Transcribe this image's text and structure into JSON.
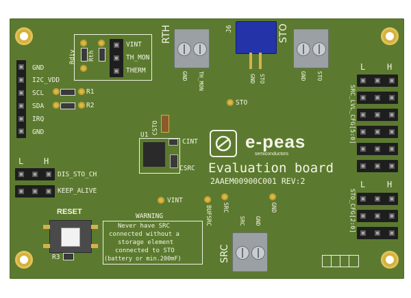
{
  "board": {
    "colors": {
      "pcb": "#5c7a2f",
      "silk": "#f3f5e6",
      "gold": "#d5b13b",
      "header": "#1e1e1e",
      "jumper": "#2434a8"
    },
    "left_header_labels": [
      "GND",
      "I2C_VDD",
      "SCL",
      "SDA",
      "IRQ",
      "GND"
    ],
    "resistor_r1": "R1",
    "resistor_r2": "R2",
    "top_jumper_labels": [
      "VINT",
      "TH_MON",
      "THERM"
    ],
    "rth_label": "RTH",
    "rth_pin_labels": [
      "GND",
      "TH_MON"
    ],
    "rdiv_label": "Rdiv",
    "rth_small_label": "Rth",
    "j6_label": "J6",
    "sto_pin_labels": [
      "GND",
      "STO"
    ],
    "sto_label": "STO",
    "sto_terminal_pins": [
      "GND",
      "STO"
    ],
    "sto_testpoint": "STO",
    "h_label": "H",
    "l_label": "L",
    "src_lvl_label": "SRC_LVL_CFG[5:0]",
    "sto_cfg_label": "STO_CFG[2:0]",
    "cint_label": "CINT",
    "csto_label": "CSTO",
    "csrc_label": "CSRC",
    "u1_label": "U1",
    "brand_name": "e-peas",
    "brand_sub": "semiconductors",
    "board_title": "Evaluation board",
    "board_id": "2AAEM00900C001 REV:2",
    "dis_sto_ch": "DIS_STO_CH",
    "keep_alive": "KEEP_ALIVE",
    "vint_testpoint": "VINT",
    "buf_src": "BUFSRC",
    "src_pin": "SRC",
    "gnd_pin": "GND",
    "src_terminal_pins": [
      "SRC",
      "GND"
    ],
    "src_label": "SRC",
    "reset_label": "RESET",
    "r3_label": "R3",
    "warning_title": "WARNING",
    "warning_lines": [
      "Never have SRC",
      "connected without a",
      "storage element",
      "connected to STO",
      "(battery or min.200mF)"
    ]
  }
}
